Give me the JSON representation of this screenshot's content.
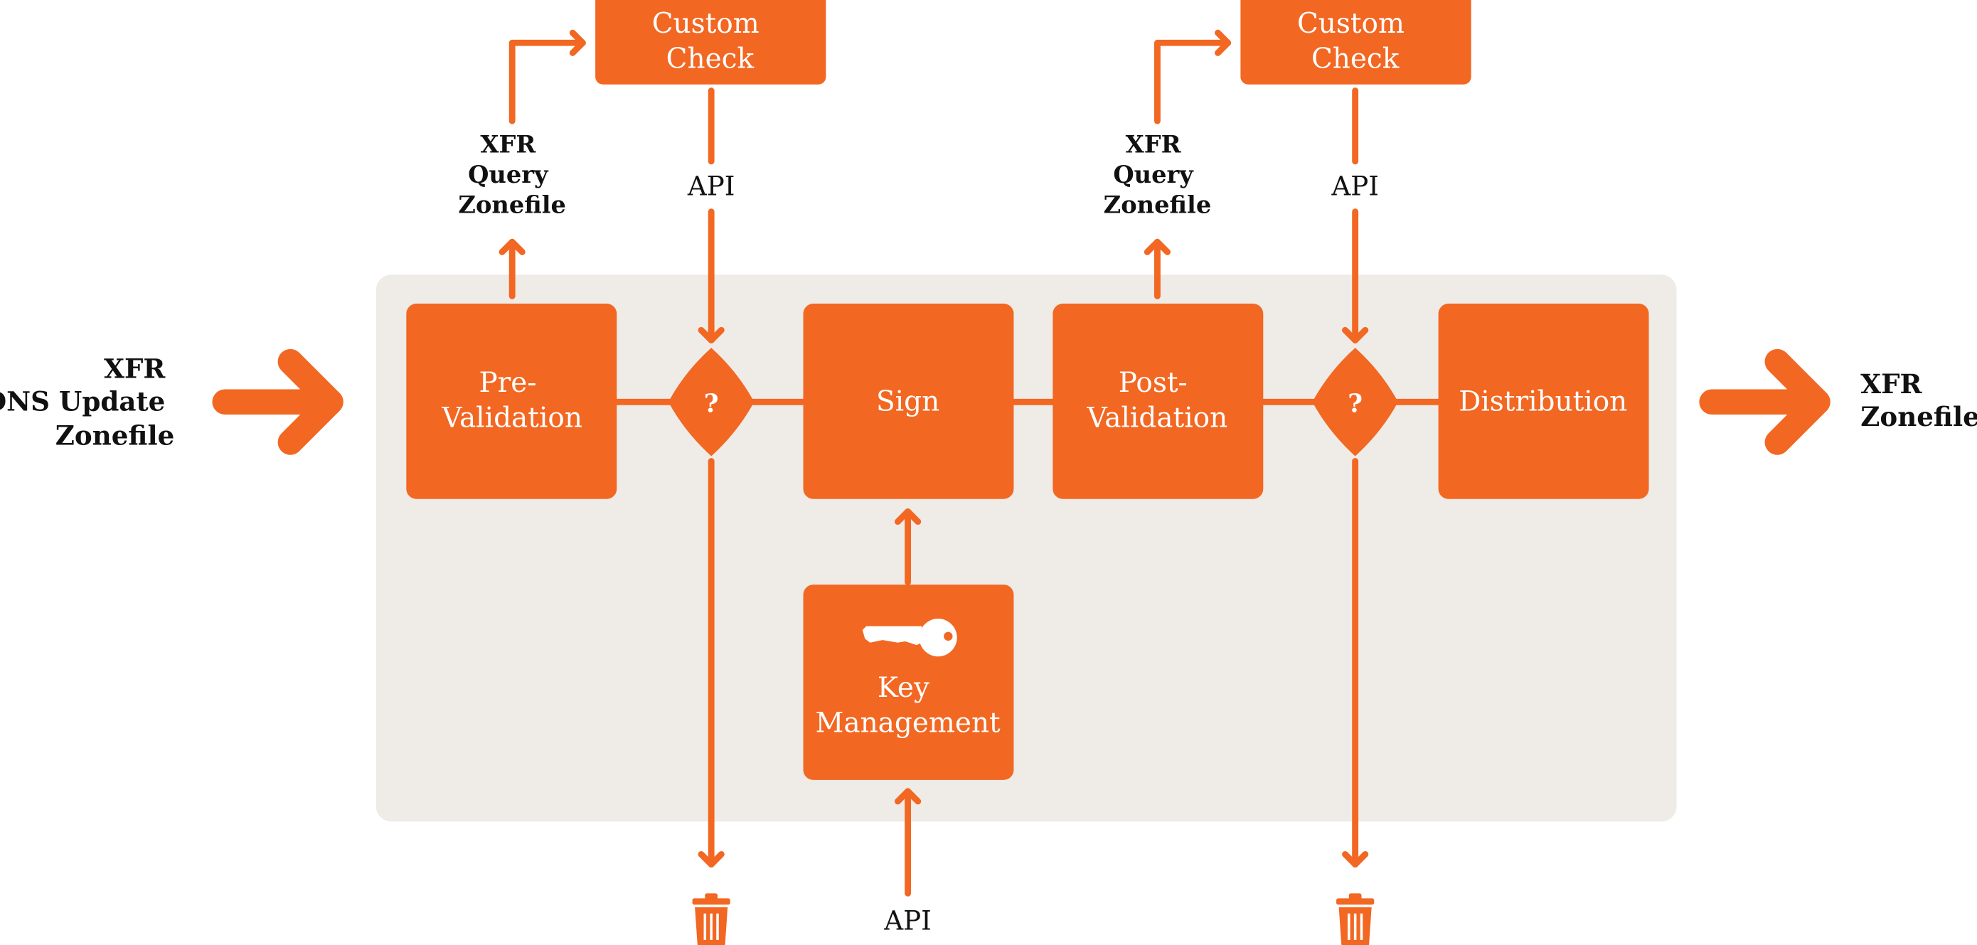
{
  "colors": {
    "accent": "#f26722",
    "panel": "#efebe6",
    "text": "#111111",
    "box_text": "#ffffff"
  },
  "input": {
    "lines": [
      "XFR",
      "DNS Update",
      "Zonefile"
    ]
  },
  "output": {
    "lines": [
      "XFR",
      "Zonefile"
    ]
  },
  "boxes": {
    "pre_validation": [
      "Pre-",
      "Validation"
    ],
    "sign": "Sign",
    "post_validation": [
      "Post-",
      "Validation"
    ],
    "distribution": "Distribution",
    "key_management": [
      "Key",
      "Management"
    ],
    "custom_check_1": [
      "Custom",
      "Check"
    ],
    "custom_check_2": [
      "Custom",
      "Check"
    ]
  },
  "decisions": {
    "d1": "?",
    "d2": "?"
  },
  "side_labels": {
    "xfr_query_1": [
      "XFR",
      "Query",
      "Zonefile"
    ],
    "xfr_query_2": [
      "XFR",
      "Query",
      "Zonefile"
    ],
    "api_1": "API",
    "api_2": "API",
    "api_key": "API"
  },
  "icons": {
    "key": "key-icon",
    "trash": "trash-icon"
  }
}
